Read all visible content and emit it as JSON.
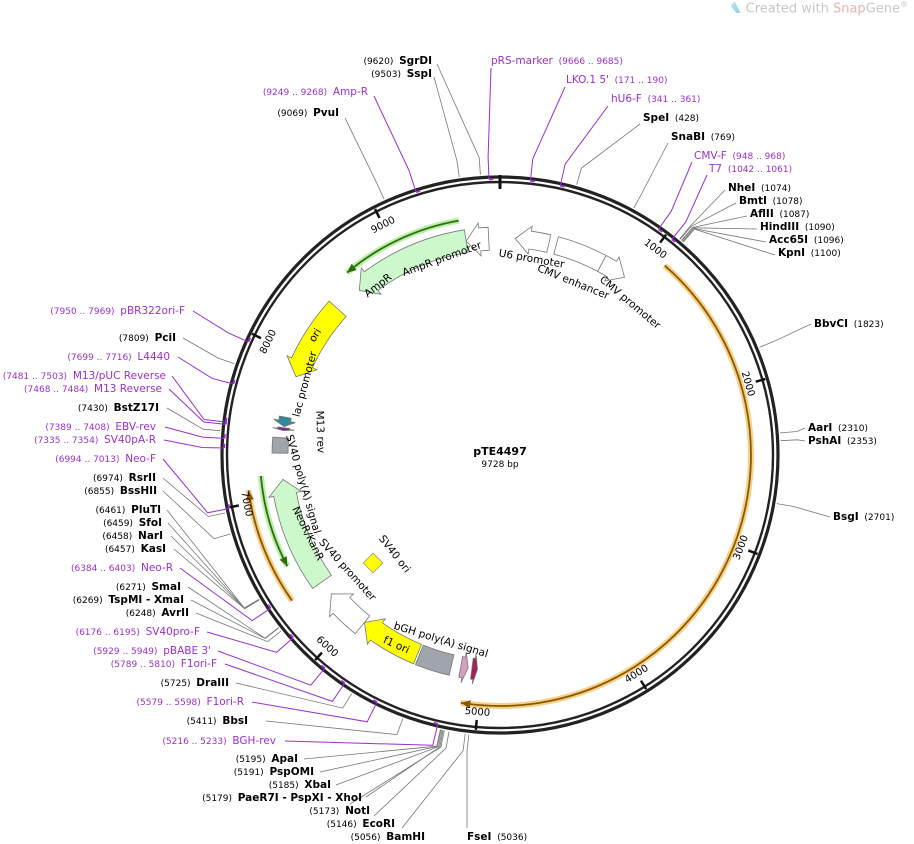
{
  "watermark": {
    "prefix": "Created with ",
    "snap": "Snap",
    "gene": "Gene",
    "reg": "®"
  },
  "plasmid": {
    "name": "pTE4497",
    "length_label": "9728 bp",
    "length": 9728
  },
  "colors": {
    "enzyme": "#000000",
    "primer": "#9b30d0",
    "ring": "#222222",
    "orf_orange": "#f5c46a",
    "orf_green": "#a8eb90"
  },
  "ticks": [
    {
      "bp": 1000,
      "label": "1000"
    },
    {
      "bp": 2000,
      "label": "2000"
    },
    {
      "bp": 3000,
      "label": "3000"
    },
    {
      "bp": 4000,
      "label": "4000"
    },
    {
      "bp": 5000,
      "label": "5000"
    },
    {
      "bp": 6000,
      "label": "6000"
    },
    {
      "bp": 7000,
      "label": "7000"
    },
    {
      "bp": 8000,
      "label": "8000"
    },
    {
      "bp": 9000,
      "label": "9000"
    }
  ],
  "sites": [
    {
      "name": "SgrDI",
      "pos_label": "(9620)",
      "pos": 9620,
      "type": "enzyme"
    },
    {
      "name": "SspI",
      "pos_label": "(9503)",
      "pos": 9503,
      "type": "enzyme"
    },
    {
      "name": "Amp-R",
      "pos_label": "(9249 .. 9268)",
      "pos": 9249,
      "type": "primer"
    },
    {
      "name": "PvuI",
      "pos_label": "(9069)",
      "pos": 9069,
      "type": "enzyme"
    },
    {
      "name": "pRS-marker",
      "pos_label": "(9666 .. 9685)",
      "pos": 9666,
      "type": "primer"
    },
    {
      "name": "LKO.1 5'",
      "pos_label": "(171 .. 190)",
      "pos": 171,
      "type": "primer"
    },
    {
      "name": "hU6-F",
      "pos_label": "(341 .. 361)",
      "pos": 341,
      "type": "primer"
    },
    {
      "name": "SpeI",
      "pos_label": "(428)",
      "pos": 428,
      "type": "enzyme"
    },
    {
      "name": "SnaBI",
      "pos_label": "(769)",
      "pos": 769,
      "type": "enzyme"
    },
    {
      "name": "CMV-F",
      "pos_label": "(948 .. 968)",
      "pos": 948,
      "type": "primer"
    },
    {
      "name": "T7",
      "pos_label": "(1042 .. 1061)",
      "pos": 1042,
      "type": "primer"
    },
    {
      "name": "NheI",
      "pos_label": "(1074)",
      "pos": 1074,
      "type": "enzyme"
    },
    {
      "name": "BmtI",
      "pos_label": "(1078)",
      "pos": 1078,
      "type": "enzyme"
    },
    {
      "name": "AflII",
      "pos_label": "(1087)",
      "pos": 1087,
      "type": "enzyme"
    },
    {
      "name": "HindIII",
      "pos_label": "(1090)",
      "pos": 1090,
      "type": "enzyme"
    },
    {
      "name": "Acc65I",
      "pos_label": "(1096)",
      "pos": 1096,
      "type": "enzyme"
    },
    {
      "name": "KpnI",
      "pos_label": "(1100)",
      "pos": 1100,
      "type": "enzyme"
    },
    {
      "name": "BbvCI",
      "pos_label": "(1823)",
      "pos": 1823,
      "type": "enzyme"
    },
    {
      "name": "AarI",
      "pos_label": "(2310)",
      "pos": 2310,
      "type": "enzyme"
    },
    {
      "name": "PshAI",
      "pos_label": "(2353)",
      "pos": 2353,
      "type": "enzyme"
    },
    {
      "name": "BsgI",
      "pos_label": "(2701)",
      "pos": 2701,
      "type": "enzyme"
    },
    {
      "name": "FseI",
      "pos_label": "(5036)",
      "pos": 5036,
      "type": "enzyme"
    },
    {
      "name": "BamHI",
      "pos_label": "(5056)",
      "pos": 5056,
      "type": "enzyme"
    },
    {
      "name": "EcoRI",
      "pos_label": "(5146)",
      "pos": 5146,
      "type": "enzyme"
    },
    {
      "name": "NotI",
      "pos_label": "(5173)",
      "pos": 5173,
      "type": "enzyme"
    },
    {
      "name": "PaeR7I - PspXI - XhoI",
      "pos_label": "(5179)",
      "pos": 5179,
      "type": "enzyme"
    },
    {
      "name": "XbaI",
      "pos_label": "(5185)",
      "pos": 5185,
      "type": "enzyme"
    },
    {
      "name": "PspOMI",
      "pos_label": "(5191)",
      "pos": 5191,
      "type": "enzyme"
    },
    {
      "name": "ApaI",
      "pos_label": "(5195)",
      "pos": 5195,
      "type": "enzyme"
    },
    {
      "name": "BGH-rev",
      "pos_label": "(5216 .. 5233)",
      "pos": 5216,
      "type": "primer"
    },
    {
      "name": "BbsI",
      "pos_label": "(5411)",
      "pos": 5411,
      "type": "enzyme"
    },
    {
      "name": "F1ori-R",
      "pos_label": "(5579 .. 5598)",
      "pos": 5579,
      "type": "primer"
    },
    {
      "name": "DraIII",
      "pos_label": "(5725)",
      "pos": 5725,
      "type": "enzyme"
    },
    {
      "name": "F1ori-F",
      "pos_label": "(5789 .. 5810)",
      "pos": 5789,
      "type": "primer"
    },
    {
      "name": "pBABE 3'",
      "pos_label": "(5929 .. 5949)",
      "pos": 5929,
      "type": "primer"
    },
    {
      "name": "SV40pro-F",
      "pos_label": "(6176 .. 6195)",
      "pos": 6176,
      "type": "primer"
    },
    {
      "name": "AvrII",
      "pos_label": "(6248)",
      "pos": 6248,
      "type": "enzyme"
    },
    {
      "name": "TspMI  - XmaI",
      "pos_label": "(6269)",
      "pos": 6269,
      "type": "enzyme"
    },
    {
      "name": "SmaI",
      "pos_label": "(6271)",
      "pos": 6271,
      "type": "enzyme"
    },
    {
      "name": "Neo-R",
      "pos_label": "(6384 .. 6403)",
      "pos": 6384,
      "type": "primer"
    },
    {
      "name": "KasI",
      "pos_label": "(6457)",
      "pos": 6457,
      "type": "enzyme"
    },
    {
      "name": "NarI",
      "pos_label": "(6458)",
      "pos": 6458,
      "type": "enzyme"
    },
    {
      "name": "SfoI",
      "pos_label": "(6459)",
      "pos": 6459,
      "type": "enzyme"
    },
    {
      "name": "PluTI",
      "pos_label": "(6461)",
      "pos": 6461,
      "type": "enzyme"
    },
    {
      "name": "BssHII",
      "pos_label": "(6855)",
      "pos": 6855,
      "type": "enzyme"
    },
    {
      "name": "RsrII",
      "pos_label": "(6974)",
      "pos": 6974,
      "type": "enzyme"
    },
    {
      "name": "Neo-F",
      "pos_label": "(6994 .. 7013)",
      "pos": 6994,
      "type": "primer"
    },
    {
      "name": "SV40pA-R",
      "pos_label": "(7335 .. 7354)",
      "pos": 7335,
      "type": "primer"
    },
    {
      "name": "EBV-rev",
      "pos_label": "(7389 .. 7408)",
      "pos": 7389,
      "type": "primer"
    },
    {
      "name": "BstZ17I",
      "pos_label": "(7430)",
      "pos": 7430,
      "type": "enzyme"
    },
    {
      "name": "M13 Reverse",
      "pos_label": "(7468 .. 7484)",
      "pos": 7468,
      "type": "primer"
    },
    {
      "name": "M13/pUC Reverse",
      "pos_label": "(7481 .. 7503)",
      "pos": 7481,
      "type": "primer"
    },
    {
      "name": "L4440",
      "pos_label": "(7699 .. 7716)",
      "pos": 7699,
      "type": "primer"
    },
    {
      "name": "PciI",
      "pos_label": "(7809)",
      "pos": 7809,
      "type": "enzyme"
    },
    {
      "name": "pBR322ori-F",
      "pos_label": "(7950 .. 7969)",
      "pos": 7950,
      "type": "primer"
    }
  ],
  "features": [
    {
      "label": "AmpR",
      "start": 8633,
      "end": 9485,
      "strand": -1,
      "color": "#ccf8cc"
    },
    {
      "label": "AmpR promoter",
      "start": 9485,
      "end": 9647,
      "strand": -1,
      "color": "#ffffff"
    },
    {
      "label": "U6 promoter",
      "start": 108,
      "end": 351,
      "strand": -1,
      "color": "#ffffff"
    },
    {
      "label": "CMV enhancer",
      "start": 405,
      "end": 757,
      "strand": 0,
      "color": "#ffffff"
    },
    {
      "label": "CMV promoter",
      "start": 757,
      "end": 946,
      "strand": 1,
      "color": "#ffffff"
    },
    {
      "label": "ori",
      "start": 7863,
      "end": 8431,
      "strand": -1,
      "color": "#ffff00"
    },
    {
      "label": "lac promoter",
      "start": 7499,
      "end": 7566,
      "strand": -1,
      "color": "#2f8a9a"
    },
    {
      "label": "M13 rev",
      "start": 7470,
      "end": 7490,
      "strand": -1,
      "color": "#7a2aa0"
    },
    {
      "label": "SV40 poly(A) signal",
      "start": 7309,
      "end": 7418,
      "strand": 0,
      "color": "#a0a4ac"
    },
    {
      "label": "NeoR/KanR",
      "start": 6337,
      "end": 7123,
      "strand": 1,
      "color": "#ccf8cc"
    },
    {
      "label": "SV40 promoter",
      "start": 5918,
      "end": 6229,
      "strand": 1,
      "color": "#ffffff"
    },
    {
      "label": "f1 ori",
      "start": 5472,
      "end": 5918,
      "strand": 1,
      "color": "#ffff00"
    },
    {
      "label": "bGH poly(A) signal",
      "start": 5215,
      "end": 5458,
      "strand": 0,
      "color": "#a0a4ac"
    },
    {
      "label": "",
      "start": 5094,
      "end": 5148,
      "strand": -1,
      "color": "#d4a0c0"
    },
    {
      "label": "",
      "start": 5026,
      "end": 5067,
      "strand": -1,
      "color": "#a0205a"
    }
  ],
  "sv40_ori": {
    "label": "SV40 ori",
    "color": "#ffff00"
  },
  "orfs": [
    {
      "start": 1108,
      "end": 5107,
      "strand": 1,
      "kind": "orange"
    },
    {
      "start": 6350,
      "end": 7080,
      "strand": 1,
      "kind": "orange"
    },
    {
      "start": 8647,
      "end": 9458,
      "strand": -1,
      "kind": "green"
    },
    {
      "start": 6550,
      "end": 7161,
      "strand": -1,
      "kind": "green"
    }
  ]
}
